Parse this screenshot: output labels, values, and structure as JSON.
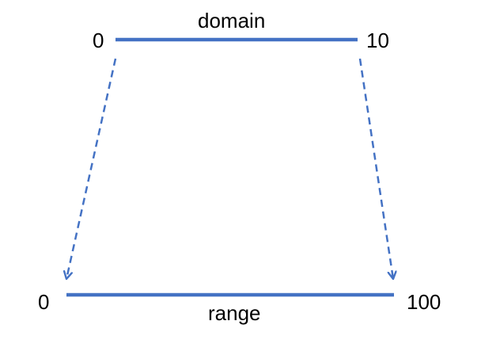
{
  "domain": {
    "label": "domain",
    "min_label": "0",
    "max_label": "10",
    "min": 0,
    "max": 10
  },
  "range": {
    "label": "range",
    "min_label": "0",
    "max_label": "100",
    "min": 0,
    "max": 100
  },
  "colors": {
    "line": "#4472c4",
    "text": "#000000"
  }
}
